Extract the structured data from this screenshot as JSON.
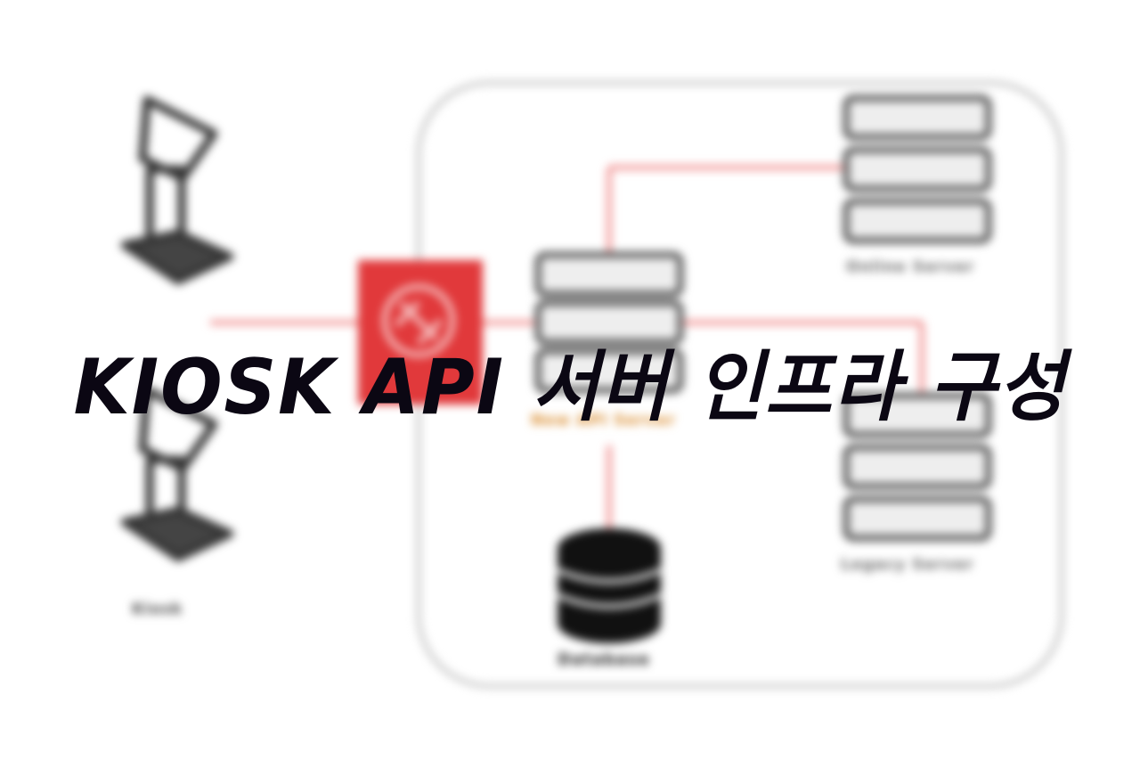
{
  "diagram": {
    "kiosk_label": "Kiosk",
    "online_server_label": "Online Server",
    "api_server_label": "New API Server",
    "legacy_server_label": "Legacy Server",
    "database_label": "Database"
  },
  "overlay": {
    "title": "KIOSK API 서버 인프라 구성"
  },
  "colors": {
    "connector": "#f08a8a",
    "gateway": "#e1393b",
    "api_label": "#d98a2a",
    "title_text": "#0b0713"
  },
  "icons": [
    "kiosk-icon",
    "gateway-icon",
    "server-rack-icon",
    "database-icon"
  ]
}
